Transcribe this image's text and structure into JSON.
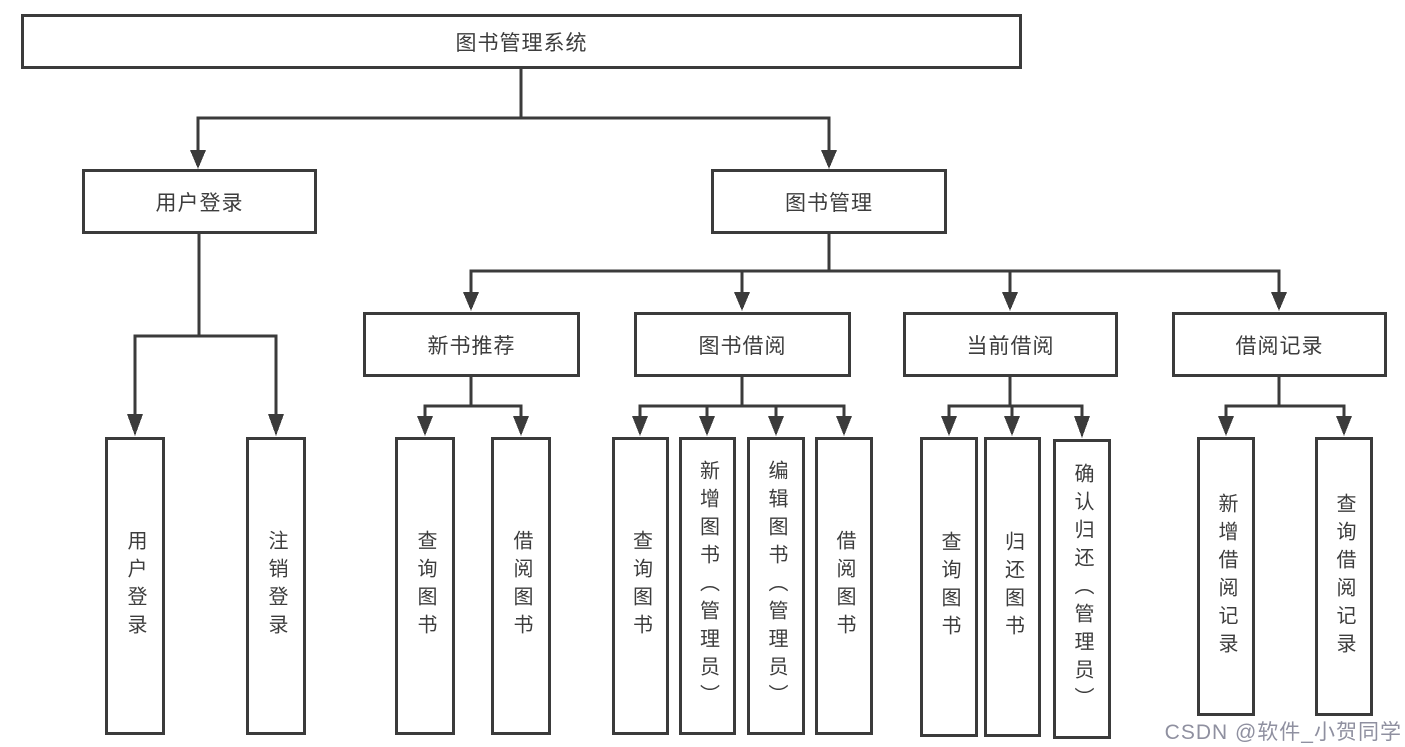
{
  "nodes": {
    "root": "图书管理系统",
    "user_login": "用户登录",
    "book_management": "图书管理",
    "new_book_recommend": "新书推荐",
    "book_borrow": "图书借阅",
    "current_borrow": "当前借阅",
    "borrow_records": "借阅记录"
  },
  "leaves": {
    "user_login": [
      "用户登录",
      "注销登录"
    ],
    "new_book_recommend": [
      "查询图书",
      "借阅图书"
    ],
    "book_borrow": [
      "查询图书",
      "新增图书（管理员）",
      "编辑图书（管理员）",
      "借阅图书"
    ],
    "current_borrow": [
      "查询图书",
      "归还图书",
      "确认归还（管理员）"
    ],
    "borrow_records": [
      "新增借阅记录",
      "查询借阅记录"
    ]
  },
  "watermark": "CSDN @软件_小贺同学",
  "colors": {
    "line": "#3b3b3b",
    "text": "#3d3d3d",
    "box_background": "#ffffff",
    "watermark": "#8f90a0"
  }
}
